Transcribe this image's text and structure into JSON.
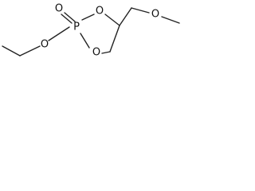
{
  "molecule": {
    "atoms": {
      "P": "P",
      "O_double": "O",
      "O_ethoxy": "O",
      "O_ring_top": "O",
      "O_ring_bottom": "O",
      "O_methoxy": "O"
    }
  }
}
